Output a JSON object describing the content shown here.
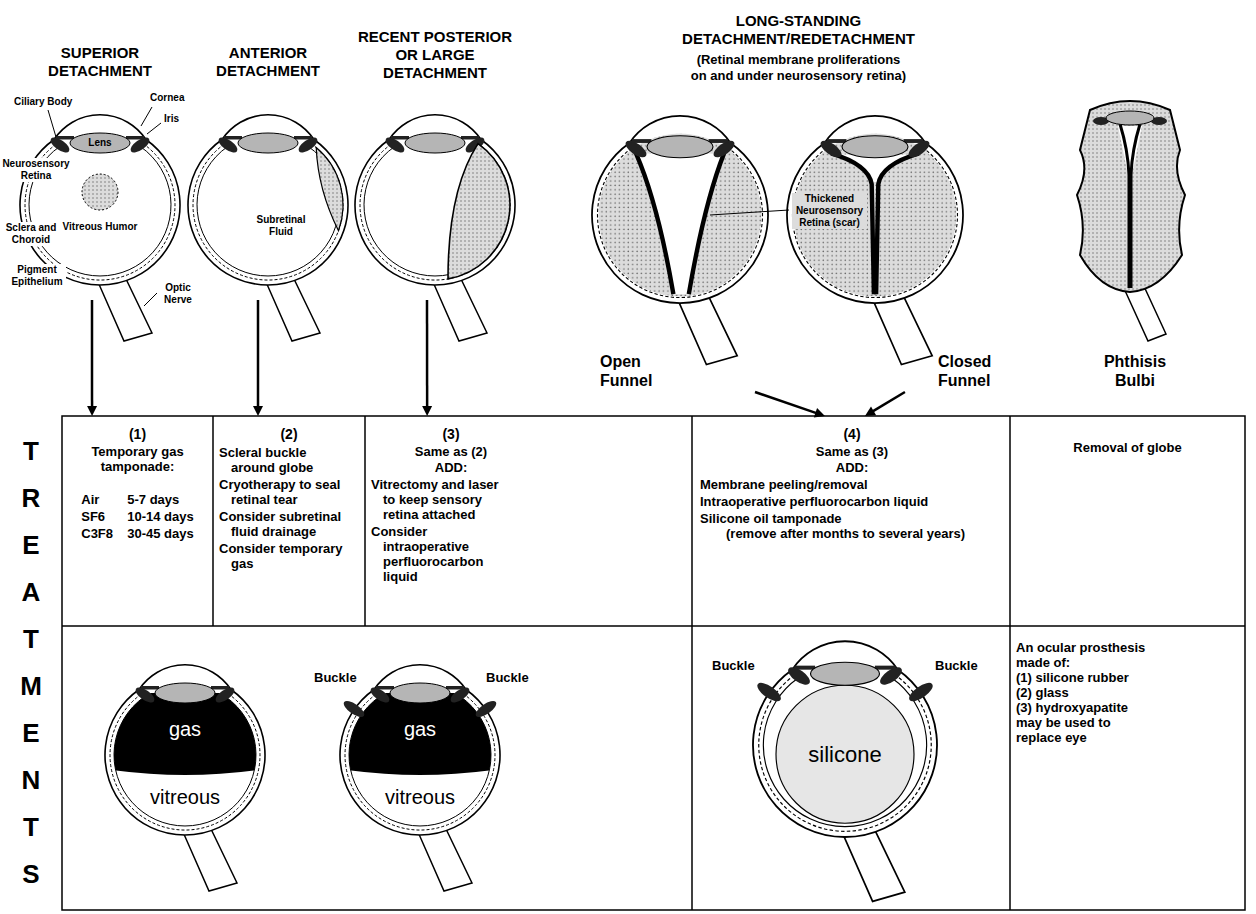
{
  "diagram": {
    "nodes": [
      {
        "text": [
          "SUPERIOR DETACHMENT"
        ]
      },
      {
        "text": [
          "ANTERIOR DETACHMENT"
        ]
      },
      {
        "text": [
          "RECENT POSTERIOR OR LARGE DETACHMENT"
        ]
      },
      {
        "text": [
          "LONG-STANDING DETACHMENT/REDETACHMENT",
          "(Retinal membrane proliferations on and under neurosensory retina)"
        ]
      },
      {
        "text": [
          "Open Funnel"
        ],
        "in": 3
      },
      {
        "text": [
          "Closed Funnel"
        ],
        "in": 3
      },
      {
        "text": [
          "Phthisis Bulbi"
        ]
      },
      {
        "text": [
          "(1)",
          "Temporary gas tamponade:",
          "Air",
          "5-7 days",
          "SF6",
          "10-14 days",
          "C3F8",
          "30-45 days"
        ]
      },
      {
        "text": [
          "(2)",
          "Scleral buckle around globe",
          "Cryotherapy to seal retinal tear",
          "Consider subretinal fluid drainage",
          "Consider temporary gas"
        ]
      },
      {
        "text": [
          "(3)",
          "Same as (2)",
          "ADD:",
          "Vitrectomy and laser to keep sensory retina attached",
          "Consider intraoperative perfluorocarbon liquid"
        ]
      },
      {
        "text": [
          "(4)",
          "Same as (3)",
          "ADD:",
          "Membrane peeling/removal",
          "Intraoperative perfluorocarbon liquid",
          "Silicone oil tamponade",
          "(remove after months to several years)"
        ]
      },
      {
        "text": [
          "Removal of globe"
        ]
      },
      {
        "text": [
          "An ocular prosthesis made of:",
          "(1) silicone rubber",
          "(2) glass",
          "(3) hydroxyapatite",
          "may be used to replace eye"
        ]
      }
    ],
    "edges": [
      {
        "from": 0,
        "to": 7,
        "arrow": "to"
      },
      {
        "from": 1,
        "to": 8,
        "arrow": "to"
      },
      {
        "from": 2,
        "to": 9,
        "arrow": "to"
      },
      {
        "from": 4,
        "to": 10,
        "arrow": "to"
      },
      {
        "from": 5,
        "to": 10,
        "arrow": "to"
      }
    ],
    "labels": [
      "Ciliary Body",
      "Cornea",
      "Iris",
      "Lens",
      "Neurosensory Retina",
      "Vitreous Humor",
      "Sclera and Choroid",
      "Pigment Epithelium",
      "Optic Nerve",
      "Subretinal Fluid",
      "Thickened Neurosensory Retina (scar)",
      "TREATMENTS",
      "gas",
      "vitreous",
      "Buckle",
      "Buckle",
      "gas",
      "vitreous",
      "Buckle",
      "Buckle",
      "silicone"
    ]
  }
}
